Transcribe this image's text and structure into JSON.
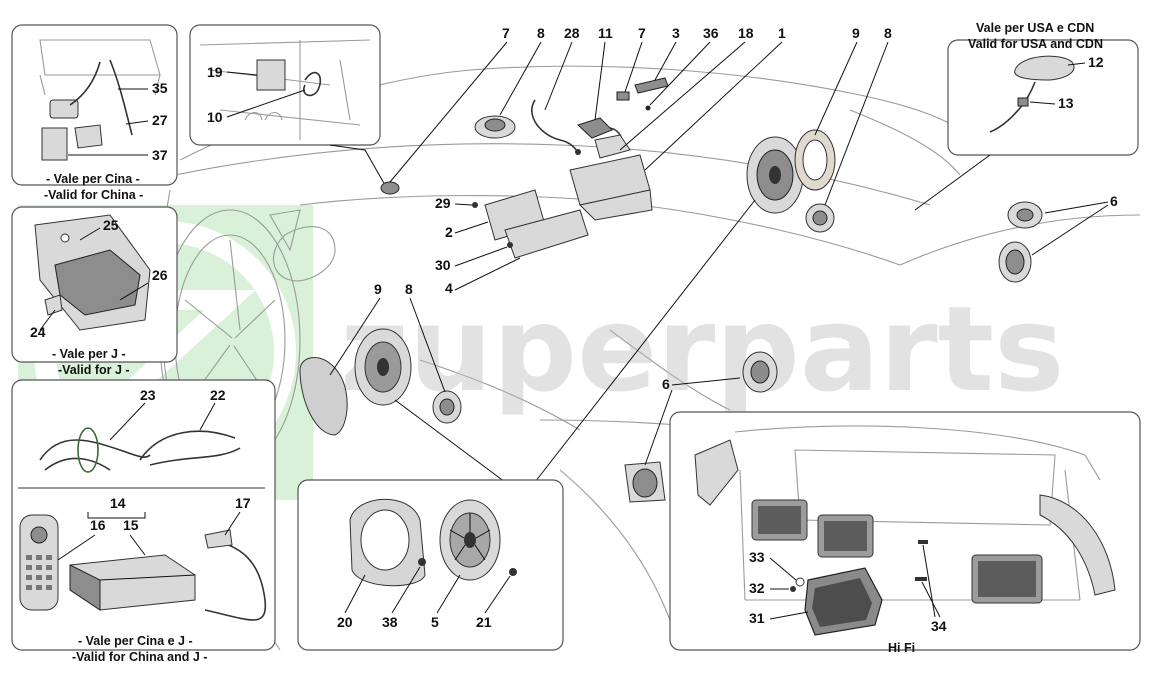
{
  "colors": {
    "watermark": "#bfbfbf",
    "watermark_logo": "#7ed07e",
    "ink": "#111111"
  },
  "watermark": {
    "text": "zuperparts"
  },
  "captions": {
    "china": [
      "- Vale per Cina -",
      "-Valid for China -"
    ],
    "japan": [
      "- Vale per J -",
      "-Valid for J -"
    ],
    "china_japan": [
      "- Vale per Cina e J -",
      "-Valid for China and J -"
    ],
    "usa_cdn": [
      "Vale per USA e CDN",
      "Valid for USA and CDN"
    ],
    "hifi": "Hi Fi"
  },
  "callouts": {
    "c1": "1",
    "c2": "2",
    "c3": "3",
    "c4": "4",
    "c5": "5",
    "c6a": "6",
    "c6b": "6",
    "c7a": "7",
    "c7b": "7",
    "c8a": "8",
    "c8b": "8",
    "c8c": "8",
    "c9a": "9",
    "c9b": "9",
    "c10": "10",
    "c11": "11",
    "c12": "12",
    "c13": "13",
    "c14": "14",
    "c15": "15",
    "c16": "16",
    "c17": "17",
    "c18": "18",
    "c19": "19",
    "c20": "20",
    "c21": "21",
    "c22": "22",
    "c23": "23",
    "c24": "24",
    "c25": "25",
    "c26": "26",
    "c27": "27",
    "c28": "28",
    "c29": "29",
    "c30": "30",
    "c31": "31",
    "c32": "32",
    "c33": "33",
    "c34": "34",
    "c35": "35",
    "c36": "36",
    "c37": "37",
    "c38": "38"
  }
}
